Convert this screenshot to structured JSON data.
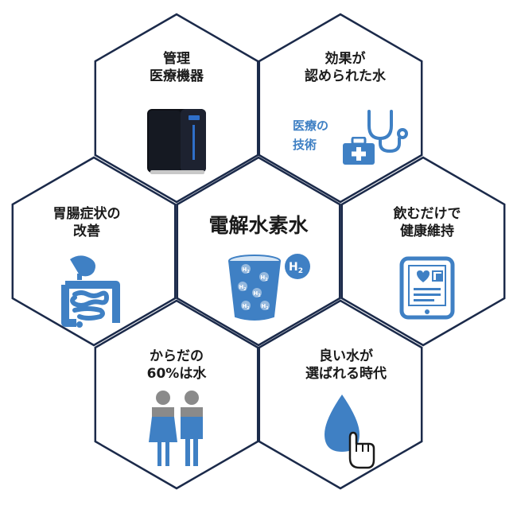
{
  "center": {
    "lines": [
      "電解水素水"
    ]
  },
  "hexagons": [
    {
      "id": "medical-device",
      "lines": [
        "管理",
        "医療機器"
      ]
    },
    {
      "id": "effect",
      "lines": [
        "効果が",
        "認められた水"
      ],
      "sub_lines": [
        "医療の",
        "技術"
      ]
    },
    {
      "id": "gut",
      "lines": [
        "胃腸症状の",
        "改善"
      ]
    },
    {
      "id": "health",
      "lines": [
        "飲むだけで",
        "健康維持"
      ]
    },
    {
      "id": "body-water",
      "lines": [
        "からだの",
        "60%は水"
      ]
    },
    {
      "id": "good-water",
      "lines": [
        "良い水が",
        "選ばれる時代"
      ]
    }
  ],
  "glass": {
    "molecule_label": "H",
    "molecule_sub": "2",
    "badge_label": "H",
    "badge_sub": "2"
  },
  "colors": {
    "border": "#1b2a4a",
    "accent": "#3f80c4",
    "gray": "#8a8a8a",
    "text": "#1a1a1a"
  },
  "icons": [
    "water-purifier-icon",
    "stethoscope-icon",
    "first-aid-kit-icon",
    "intestine-icon",
    "water-glass-icon",
    "h2-badge-icon",
    "tablet-health-icon",
    "people-icon",
    "water-drop-hand-icon"
  ]
}
